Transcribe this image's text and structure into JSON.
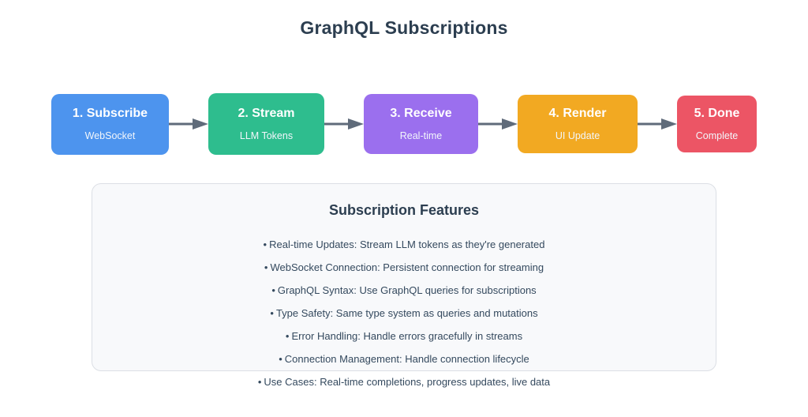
{
  "page": {
    "title": "GraphQL Subscriptions",
    "title_color": "#2c3e50",
    "background": "#ffffff"
  },
  "flow": {
    "arrow_color": "#5f6b7a",
    "nodes": [
      {
        "title": "1. Subscribe",
        "subtitle": "WebSocket",
        "color": "#4d94ee"
      },
      {
        "title": "2. Stream",
        "subtitle": "LLM Tokens",
        "color": "#2ebd8e"
      },
      {
        "title": "3. Receive",
        "subtitle": "Real-time",
        "color": "#9b6fee"
      },
      {
        "title": "4. Render",
        "subtitle": "UI Update",
        "color": "#f2a922"
      },
      {
        "title": "5. Done",
        "subtitle": "Complete",
        "color": "#ec5565"
      }
    ]
  },
  "features": {
    "heading": "Subscription Features",
    "bullet_char": "•",
    "panel_background": "#f8f9fb",
    "panel_border": "#dcdfe5",
    "items": [
      "Real-time Updates: Stream LLM tokens as they're generated",
      "WebSocket Connection: Persistent connection for streaming",
      "GraphQL Syntax: Use GraphQL queries for subscriptions",
      "Type Safety: Same type system as queries and mutations",
      "Error Handling: Handle errors gracefully in streams",
      "Connection Management: Handle connection lifecycle",
      "Use Cases: Real-time completions, progress updates, live data"
    ]
  }
}
